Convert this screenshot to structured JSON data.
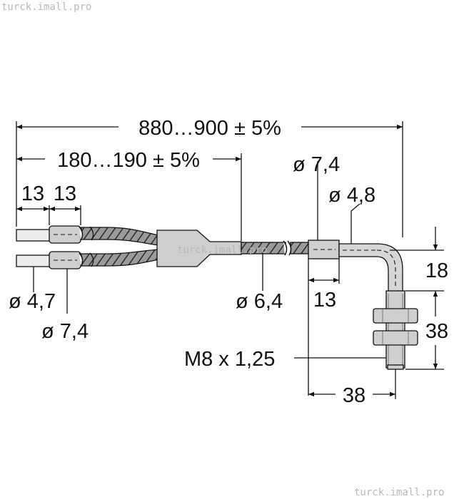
{
  "watermarks": {
    "top": "turck.imall.pro",
    "middle": "turck.imall.pro",
    "bottom": "turck.imall.pro"
  },
  "dimensions": {
    "total_length": "880…900 ± 5%",
    "split_length": "180…190 ± 5%",
    "tip_length_1": "13",
    "tip_length_2": "13",
    "diameter_fiber": "ø 4,7",
    "diameter_ferrule": "ø 7,4",
    "diameter_cable": "ø 6,4",
    "diameter_sleeve": "ø 7,4",
    "diameter_probe": "ø 4,8",
    "sleeve_length": "13",
    "bend_height": "18",
    "thread_height": "38",
    "thread": "M8 x 1,25",
    "bend_width": "38"
  },
  "colors": {
    "line": "#111111",
    "body_gray": "#cfcfcf",
    "hatch_gray": "#8e8e8e",
    "background": "#ffffff"
  }
}
